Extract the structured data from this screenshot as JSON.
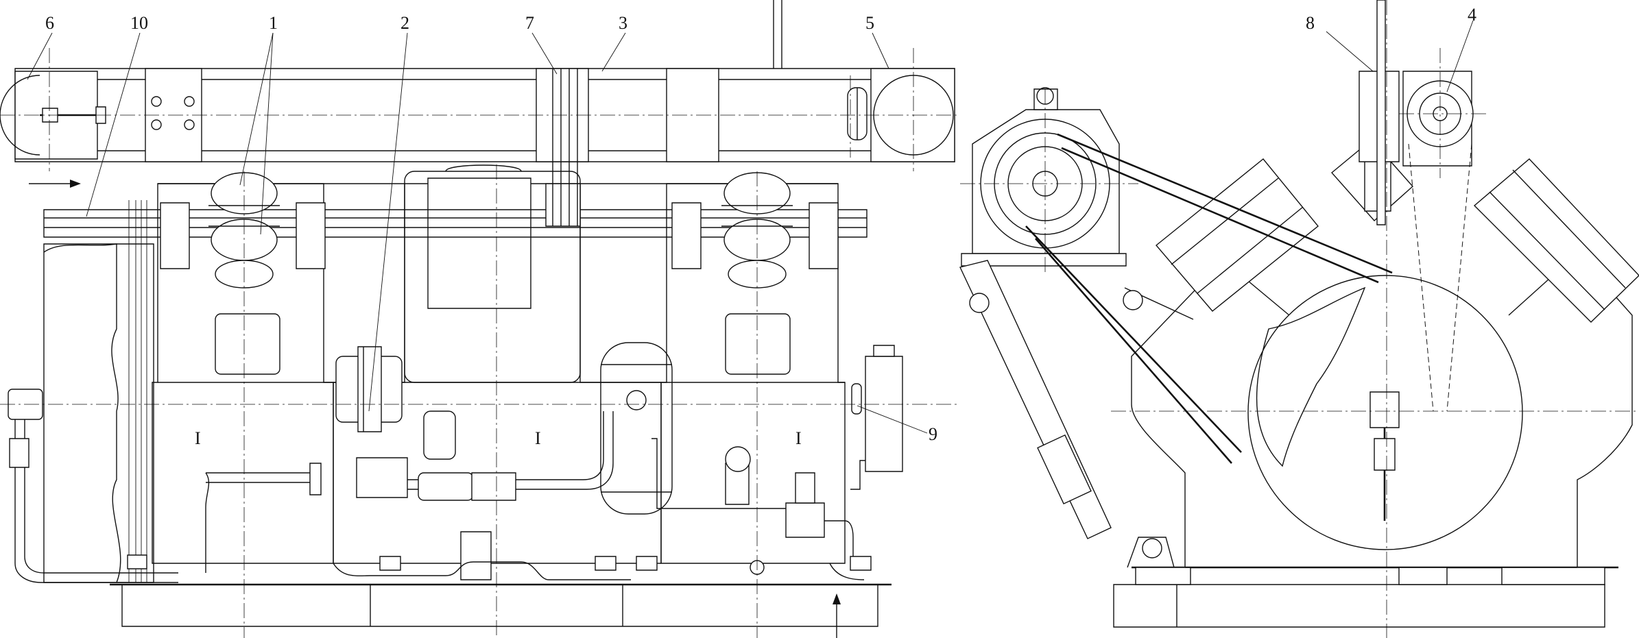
{
  "labels": {
    "l1": "1",
    "l2": "2",
    "l3": "3",
    "l4": "4",
    "l5": "5",
    "l6": "6",
    "l7": "7",
    "l8": "8",
    "l9": "9",
    "l10": "10"
  },
  "section_marks": {
    "left": "I",
    "middle": "I",
    "right": "I"
  }
}
